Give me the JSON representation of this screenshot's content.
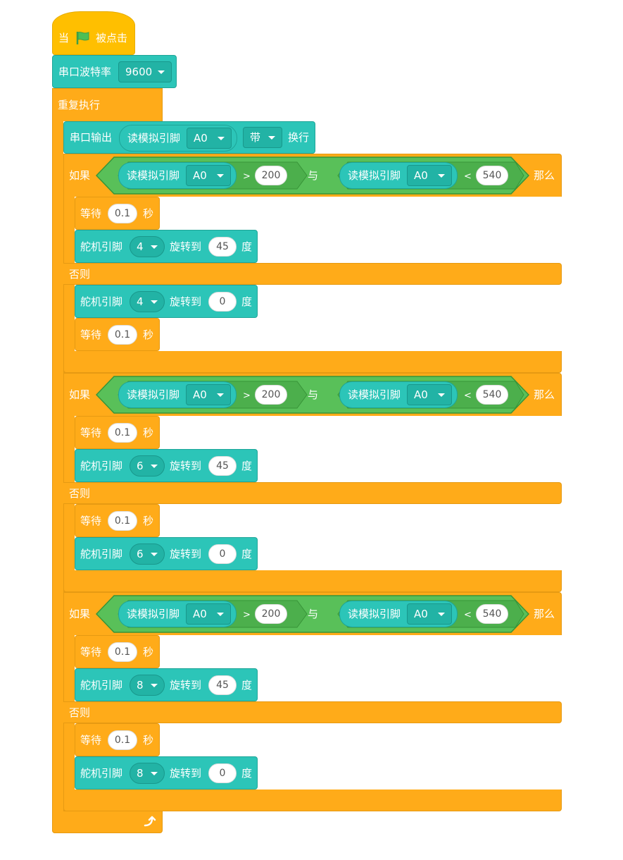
{
  "colors": {
    "events": "#FFBF00",
    "control": "#FFAB19",
    "teal": "#2CC5B8",
    "green": "#59C059",
    "icon_flag": "#4CBF56"
  },
  "hat": {
    "when": "当",
    "flag_icon": "green-flag-icon",
    "clicked": "被点击"
  },
  "serial": {
    "label": "串口波特率",
    "baud": "9600"
  },
  "forever": {
    "label": "重复执行",
    "loop_icon": "loop-arrow-icon"
  },
  "serial_out": {
    "label": "串口输出",
    "reporter": "读模拟引脚",
    "pin": "A0",
    "mode": "带",
    "newline": "换行"
  },
  "cond": {
    "if": "如果",
    "then": "那么",
    "else": "否则",
    "read": "读模拟引脚",
    "pin": "A0",
    "gt": ">",
    "lt": "<",
    "and": "与",
    "low": "200",
    "high": "540"
  },
  "wait": {
    "label": "等待",
    "value": "0.1",
    "unit": "秒"
  },
  "servo": {
    "label": "舵机引脚",
    "rotate": "旋转到",
    "deg": "度"
  },
  "groups": [
    {
      "pin": "4",
      "then_angle": "45",
      "else_angle": "0"
    },
    {
      "pin": "6",
      "then_angle": "45",
      "else_angle": "0"
    },
    {
      "pin": "8",
      "then_angle": "45",
      "else_angle": "0"
    }
  ]
}
